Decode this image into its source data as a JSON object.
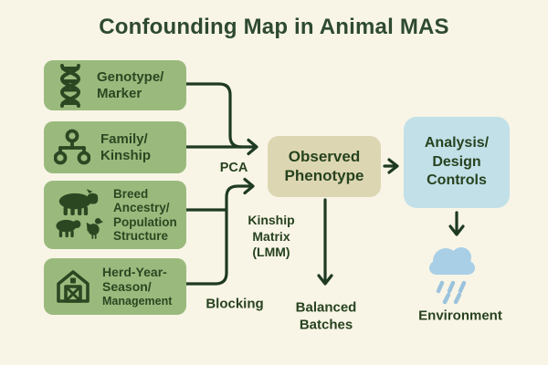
{
  "title": "Confounding Map in Animal MAS",
  "colors": {
    "bg": "#f8f5e6",
    "green-box": "#9aba7d",
    "dark-green": "#2b4722",
    "text-dark": "#27421f",
    "beige-box": "#dcd7b2",
    "blue-box": "#c2e0e8",
    "cloud-blue": "#a9cfe6",
    "rain-blue": "#9cc3dc",
    "arrow": "#1e3a22",
    "title-color": "#2e4a31"
  },
  "factor_boxes": [
    {
      "icon": "dna-icon",
      "lines": [
        "Genotype/",
        "Marker"
      ]
    },
    {
      "icon": "family-tree-icon",
      "lines": [
        "Family/",
        "Kinship"
      ]
    },
    {
      "icon": "livestock-icon",
      "lines": [
        "Breed",
        "Ancestry/",
        "Population",
        "Structure"
      ]
    },
    {
      "icon": "barn-icon",
      "lines": [
        "Herd-Year-",
        "Season/",
        "Management"
      ]
    }
  ],
  "center_box": {
    "lines": [
      "Observed",
      "Phenotype"
    ]
  },
  "right_box": {
    "lines": [
      "Analysis/",
      "Design",
      "Controls"
    ]
  },
  "labels": {
    "pca": "PCA",
    "kinship_matrix": [
      "Kinship",
      "Matrix",
      "(LMM)"
    ],
    "blocking": "Blocking",
    "balanced_batches": [
      "Balanced",
      "Batches"
    ],
    "environment": "Environment"
  },
  "icons": [
    "dna-icon",
    "family-tree-icon",
    "livestock-icon",
    "barn-icon",
    "rain-cloud-icon"
  ]
}
